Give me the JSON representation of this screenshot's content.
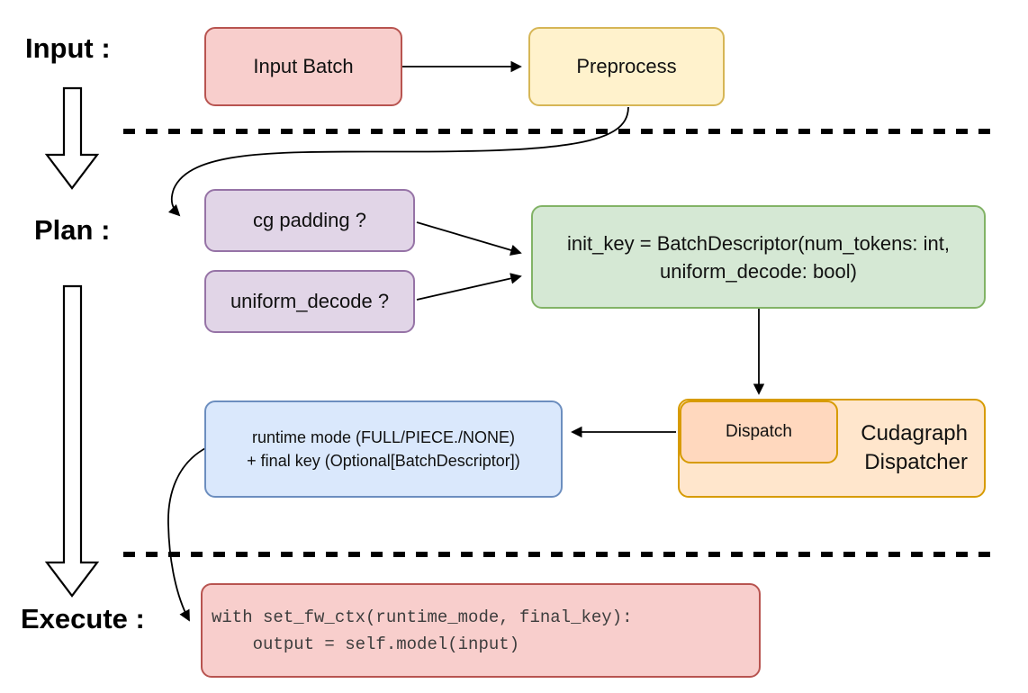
{
  "diagram": {
    "title_context": "Cudagraph dispatch flow",
    "stage_labels": {
      "input": "Input :",
      "plan": "Plan :",
      "execute": "Execute :"
    },
    "nodes": {
      "input_batch": {
        "label": "Input Batch",
        "fill": "#f8cecc",
        "stroke": "#b85450"
      },
      "preprocess": {
        "label": "Preprocess",
        "fill": "#fff2cc",
        "stroke": "#d6b656"
      },
      "cg_padding": {
        "label": "cg padding ?",
        "fill": "#e1d5e7",
        "stroke": "#9673a6"
      },
      "uniform_decode": {
        "label": "uniform_decode ?",
        "fill": "#e1d5e7",
        "stroke": "#9673a6"
      },
      "init_key": {
        "lines": [
          "init_key = BatchDescriptor(num_tokens: int,",
          "uniform_decode: bool)"
        ],
        "fill": "#d5e8d4",
        "stroke": "#82b366"
      },
      "dispatch": {
        "label": "Dispatch",
        "fill": "#ffd8be",
        "stroke": "#d79b00"
      },
      "cudagraph_dispatcher": {
        "lines": [
          "Cudagraph",
          "Dispatcher"
        ],
        "fill": "#ffe6cc",
        "stroke": "#d79b00"
      },
      "runtime_result": {
        "lines": [
          "runtime mode (FULL/PIECE./NONE)",
          "+ final key (Optional[BatchDescriptor])"
        ],
        "fill": "#dae8fc",
        "stroke": "#6c8ebf"
      },
      "execute_code": {
        "lines": [
          "with set_fw_ctx(runtime_mode, final_key):",
          "    output = self.model(input)"
        ],
        "fill": "#f8cecc",
        "stroke": "#b85450"
      }
    },
    "edges": [
      "input_batch -> preprocess",
      "preprocess -> cg_padding (curved)",
      "cg_padding -> init_key",
      "uniform_decode -> init_key",
      "init_key -> dispatch",
      "dispatch -> runtime_result",
      "runtime_result -> execute_code (curved)"
    ],
    "separator_color": "#000000",
    "arrow_color": "#000000"
  }
}
